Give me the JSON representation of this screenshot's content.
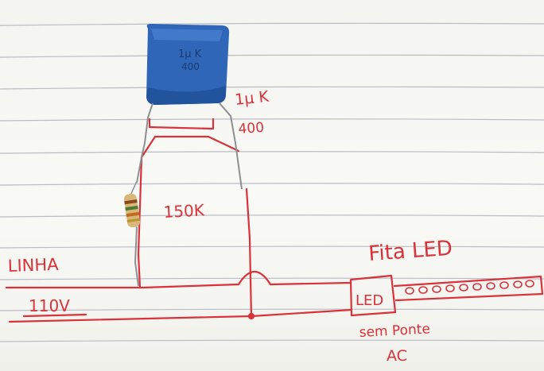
{
  "capacitor_marking": {
    "line1": "1µ K",
    "line2": "400"
  },
  "labels": {
    "capacitor_value": "1µ K",
    "capacitor_voltage": "400",
    "resistor_value": "150K",
    "line": "LINHA",
    "voltage": "110V",
    "strip": "Fita LED",
    "led_box": "LED",
    "note_line1": "sem Ponte",
    "note_line2": "AC"
  },
  "colors": {
    "ink": "#d8323a",
    "capacitor": "#2f66b8",
    "rule_line": "#b9bcc4",
    "paper": "#f7f7f4"
  }
}
